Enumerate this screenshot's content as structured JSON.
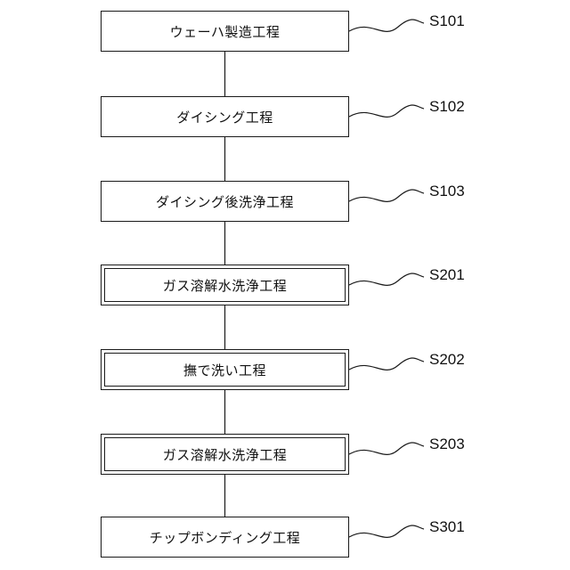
{
  "steps": [
    {
      "code": "S101",
      "label": "ウェーハ製造工程",
      "style": "single"
    },
    {
      "code": "S102",
      "label": "ダイシング工程",
      "style": "single"
    },
    {
      "code": "S103",
      "label": "ダイシング後洗浄工程",
      "style": "single"
    },
    {
      "code": "S201",
      "label": "ガス溶解水洗浄工程",
      "style": "double"
    },
    {
      "code": "S202",
      "label": "撫で洗い工程",
      "style": "double"
    },
    {
      "code": "S203",
      "label": "ガス溶解水洗浄工程",
      "style": "double"
    },
    {
      "code": "S301",
      "label": "チップボンディング工程",
      "style": "single"
    }
  ]
}
